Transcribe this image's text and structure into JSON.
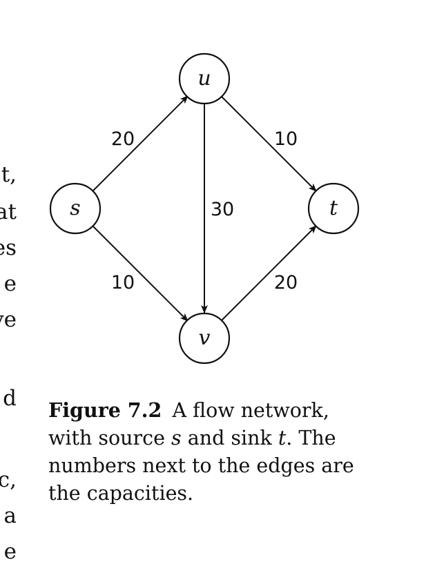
{
  "left_fragments": [
    {
      "id": "f1",
      "text": "t,"
    },
    {
      "id": "f2",
      "text": "at"
    },
    {
      "id": "f3",
      "text": "es"
    },
    {
      "id": "f4",
      "text": "e"
    },
    {
      "id": "f5",
      "text": "ve"
    },
    {
      "id": "f6",
      "text": "d"
    },
    {
      "id": "f7",
      "text": "c,"
    },
    {
      "id": "f8",
      "text": "a"
    },
    {
      "id": "f9",
      "text": "e"
    }
  ],
  "diagram": {
    "nodes": [
      {
        "id": "s",
        "label": "s"
      },
      {
        "id": "u",
        "label": "u"
      },
      {
        "id": "v",
        "label": "v"
      },
      {
        "id": "t",
        "label": "t"
      }
    ],
    "edges": [
      {
        "from": "s",
        "to": "u",
        "capacity": "20"
      },
      {
        "from": "s",
        "to": "v",
        "capacity": "10"
      },
      {
        "from": "u",
        "to": "v",
        "capacity": "30"
      },
      {
        "from": "u",
        "to": "t",
        "capacity": "10"
      },
      {
        "from": "v",
        "to": "t",
        "capacity": "20"
      }
    ]
  },
  "caption": {
    "figure_label": "Figure 7.2",
    "text_1": "A flow network, with source ",
    "source": "s",
    "text_2": " and sink ",
    "sink": "t",
    "text_3": ". The numbers next to the edges are the capacities."
  }
}
